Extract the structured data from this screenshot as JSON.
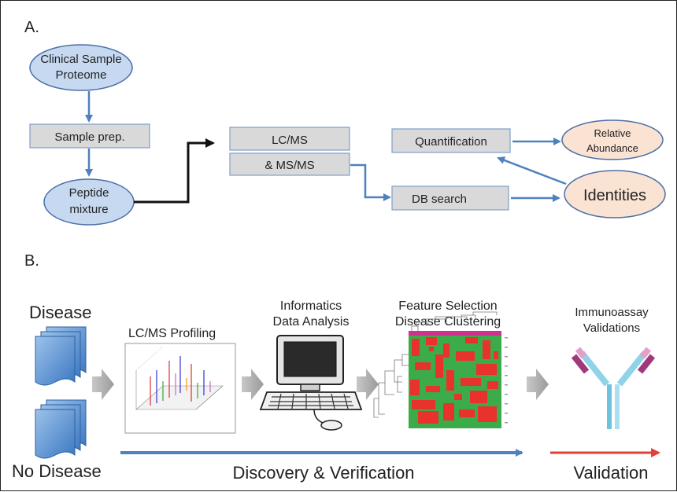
{
  "panel_a": {
    "label": "A.",
    "clinical_sample": [
      "Clinical Sample",
      "Proteome"
    ],
    "sample_prep": "Sample prep.",
    "peptide_mixture": [
      "Peptide",
      "mixture"
    ],
    "lcms": "LC/MS",
    "msms": "& MS/MS",
    "quantification": "Quantification",
    "db_search": "DB search",
    "relative_abundance": [
      "Relative",
      "Abundance"
    ],
    "identities": "Identities"
  },
  "panel_b": {
    "label": "B.",
    "disease": "Disease",
    "no_disease": "No Disease",
    "lcms_profiling": "LC/MS Profiling",
    "informatics": [
      "Informatics",
      "Data Analysis"
    ],
    "feature_selection": [
      "Feature Selection",
      "Disease Clustering"
    ],
    "immunoassay": [
      "Immunoassay",
      "Validations"
    ],
    "discovery": "Discovery & Verification",
    "validation": "Validation"
  },
  "colors": {
    "ellipse_blue": "#c6d9f1",
    "ellipse_peach": "#fbe3d3",
    "box_gray": "#d9d9d9",
    "arrow_blue": "#4f81bd",
    "arrow_red": "#e0413b",
    "heat_green": "#3cab4a",
    "heat_red": "#e8322c"
  }
}
